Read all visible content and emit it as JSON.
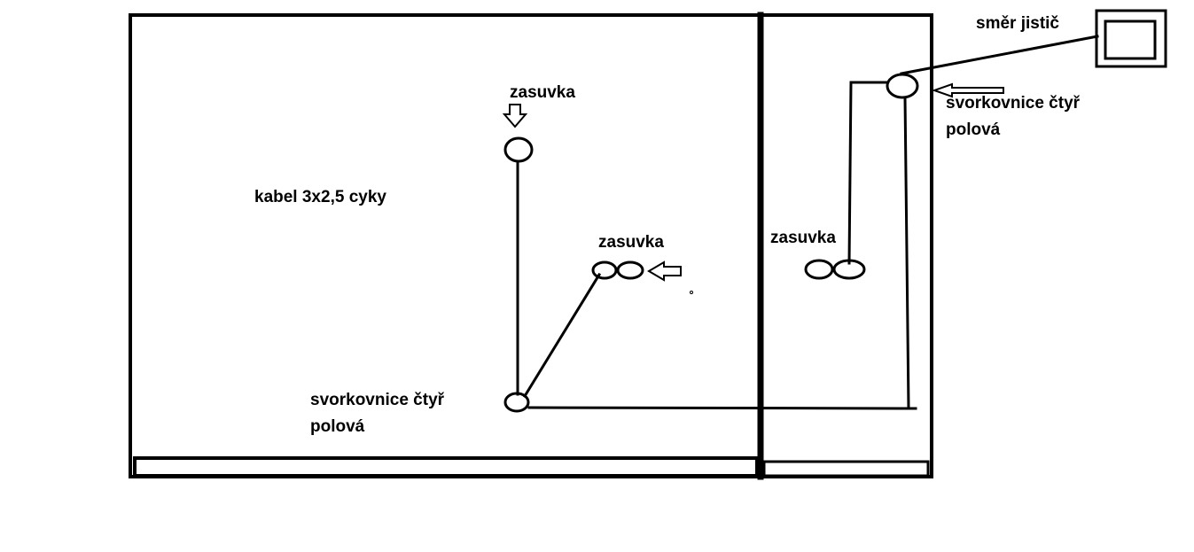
{
  "labels": {
    "zasuvka_top": "zasuvka",
    "kabel": "kabel 3x2,5 cyky",
    "zasuvka_middle": "zasuvka",
    "zasuvka_right": "zasuvka",
    "svorkovnice_left_line1": "svorkovnice čtyř",
    "svorkovnice_left_line2": "polová",
    "svorkovnice_right_line1": "svorkovnice čtyř",
    "svorkovnice_right_line2": "polová",
    "smer_jistic": "směr jistič"
  },
  "colors": {
    "stroke": "#000000",
    "background": "#ffffff"
  }
}
